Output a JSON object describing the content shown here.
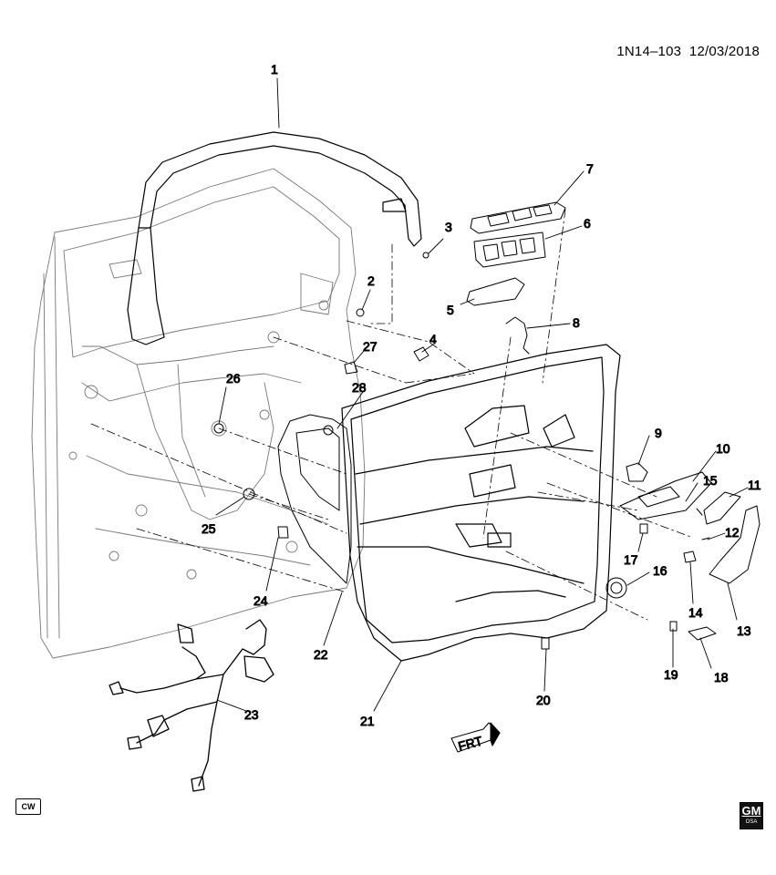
{
  "header": {
    "diagram_code": "1N14–103",
    "date": "12/03/2018"
  },
  "callouts": [
    "1",
    "2",
    "3",
    "4",
    "5",
    "6",
    "7",
    "8",
    "9",
    "10",
    "11",
    "12",
    "13",
    "14",
    "15",
    "16",
    "17",
    "18",
    "19",
    "20",
    "21",
    "22",
    "23",
    "24",
    "25",
    "26",
    "27",
    "28"
  ],
  "front_marker": "FRT",
  "cw_badge": "CW",
  "logo": {
    "text": "GM",
    "subtext": "OSA"
  }
}
